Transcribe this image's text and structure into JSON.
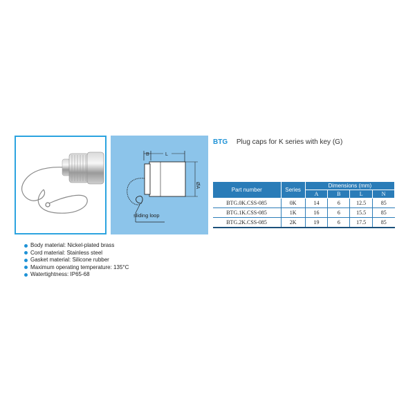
{
  "header": {
    "code": "BTG",
    "description": "Plug caps for K series with key (G)"
  },
  "diagram": {
    "labels": {
      "b": "B",
      "l": "L",
      "a": "ØA",
      "sliding_loop": "sliding loop"
    }
  },
  "table": {
    "headers": {
      "part_number": "Part number",
      "series": "Series",
      "dimensions": "Dimensions (mm)",
      "a": "A",
      "b": "B",
      "l": "L",
      "n": "N"
    },
    "rows": [
      {
        "part": "BTG.0K.CSS-085",
        "series": "0K",
        "a": "14",
        "b": "6",
        "l": "12.5",
        "n": "85"
      },
      {
        "part": "BTG.1K.CSS-085",
        "series": "1K",
        "a": "16",
        "b": "6",
        "l": "15.5",
        "n": "85"
      },
      {
        "part": "BTG.2K.CSS-085",
        "series": "2K",
        "a": "19",
        "b": "6",
        "l": "17.5",
        "n": "85"
      }
    ]
  },
  "features": [
    "Body material: Nickel-plated brass",
    "Cord material: Stainless steel",
    "Gasket material: Silicone rubber",
    "Maximum operating temperature: 135°C",
    "Watertightness: IP65-68"
  ],
  "colors": {
    "accent": "#1e92d6",
    "frame": "#2aa3df",
    "table_header": "#2a7cb8",
    "diagram_bg": "#8cc4ea"
  }
}
